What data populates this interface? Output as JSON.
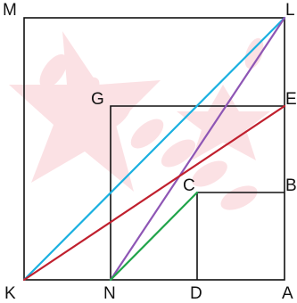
{
  "diagram": {
    "point_labels": {
      "M": "M",
      "L": "L",
      "G": "G",
      "E": "E",
      "C": "C",
      "B": "B",
      "K": "K",
      "N": "N",
      "D": "D",
      "A": "A"
    },
    "segment_colors": {
      "KL": "#1ab0e0",
      "NL": "#8e56b5",
      "KE": "#c0202e",
      "NC": "#20a44a"
    },
    "watermark_color": "#e8203a"
  }
}
